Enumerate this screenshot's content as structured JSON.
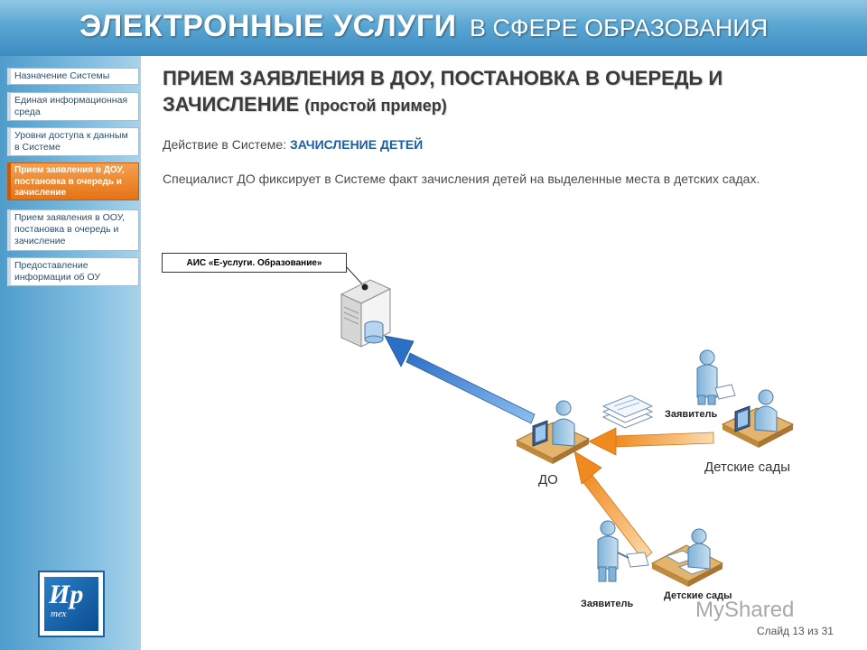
{
  "header": {
    "title_bold": "ЭЛЕКТРОННЫЕ УСЛУГИ",
    "title_rest": "В СФЕРЕ ОБРАЗОВАНИЯ"
  },
  "sidebar": {
    "items": [
      {
        "label": "Назначение Системы",
        "active": false
      },
      {
        "label": "Единая информационная среда",
        "active": false
      },
      {
        "label": "Уровни доступа к данным в Системе",
        "active": false
      },
      {
        "label": "Прием заявления в ДОУ, постановка в очередь и зачисление",
        "active": true
      },
      {
        "label": "Прием заявления в ООУ, постановка в очередь и зачисление",
        "active": false
      },
      {
        "label": "Предоставление информации об ОУ",
        "active": false
      }
    ],
    "logo_big": "Ир",
    "logo_small": "тех"
  },
  "main": {
    "title": "ПРИЕМ ЗАЯВЛЕНИЯ В ДОУ, ПОСТАНОВКА В ОЧЕРЕДЬ И ЗАЧИСЛЕНИЕ",
    "title_sub": "(простой пример)",
    "action_label": "Действие в Системе:",
    "action_value": "ЗАЧИСЛЕНИЕ ДЕТЕЙ",
    "description": "Специалист ДО фиксирует в Системе факт зачисления детей на выделенные места в детских садах."
  },
  "diagram": {
    "callout": "АИС «Е-услуги. Образование»",
    "do_label": "ДО",
    "kindergartens_top": "Детские сады",
    "applicant_top": "Заявитель",
    "applicant_bottom": "Заявитель",
    "kindergartens_bottom": "Детские сады"
  },
  "footer": {
    "watermark": "MyShared",
    "slide": "Слайд 13 из 31"
  },
  "colors": {
    "header": "#5aa6d2",
    "active": "#e57318",
    "accent": "#1d5fa0",
    "arrow_blue": "#3f7fd0",
    "arrow_orange": "#f29b30"
  }
}
